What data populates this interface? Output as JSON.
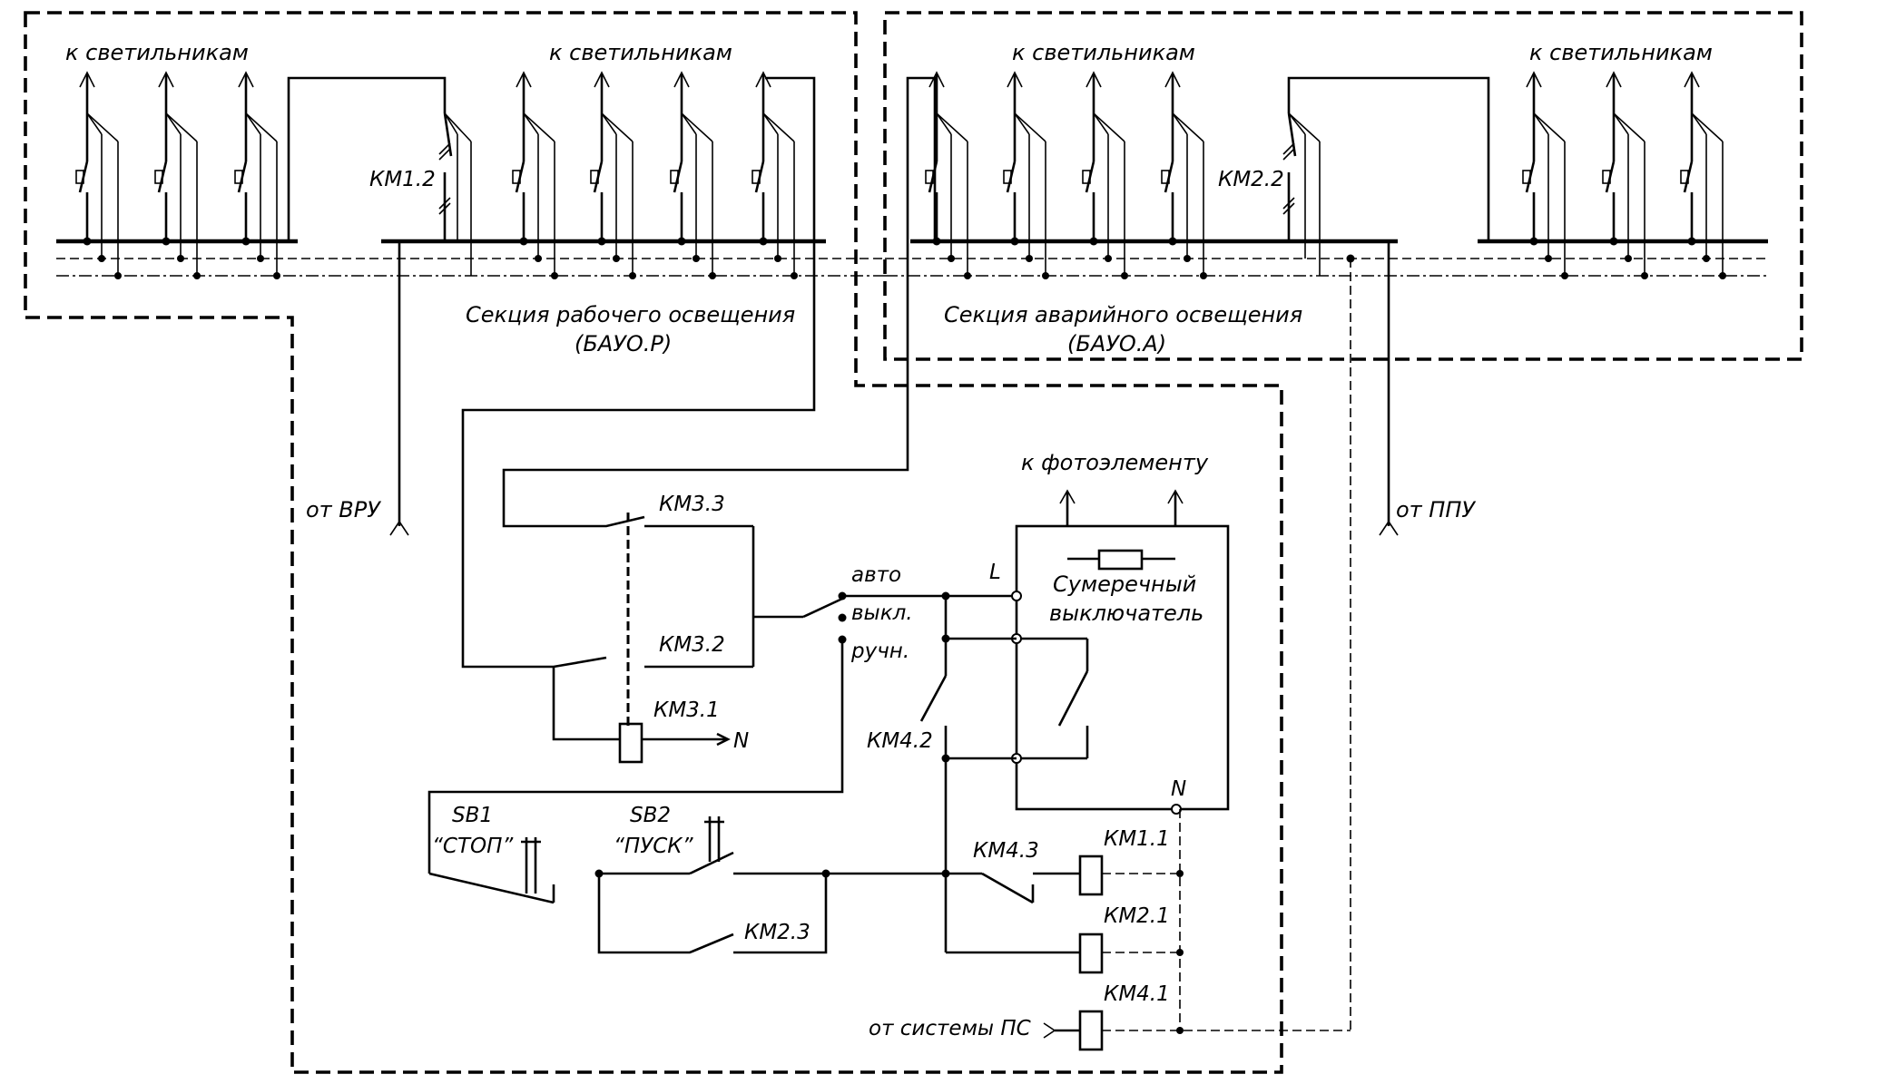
{
  "labels": {
    "to_lamps": "к светильникам",
    "km1_2": "КМ1.2",
    "km2_2": "КМ2.2",
    "working_section": "Секция рабочего освещения",
    "working_code": "(БАУО.Р)",
    "emergency_section": "Секция аварийного освещения",
    "emergency_code": "(БАУО.А)",
    "from_vru": "от ВРУ",
    "from_ppu": "от ППУ",
    "to_photo": "к фотоэлементу",
    "km3_3": "КМ3.3",
    "km3_2": "КМ3.2",
    "km3_1": "КМ3.1",
    "n": "N",
    "l": "L",
    "mode_auto": "авто",
    "mode_off": "выкл.",
    "mode_manual": "ручн.",
    "twilight_1": "Сумеречный",
    "twilight_2": "выключатель",
    "km4_2": "КМ4.2",
    "sb1": "SB1",
    "sb1_name": "“СТОП”",
    "sb2": "SB2",
    "sb2_name": "“ПУСК”",
    "km2_3": "КМ2.3",
    "km4_3": "КМ4.3",
    "km1_1": "КМ1.1",
    "km2_1": "КМ2.1",
    "km4_1": "КМ4.1",
    "from_fire": "от системы ПС"
  }
}
